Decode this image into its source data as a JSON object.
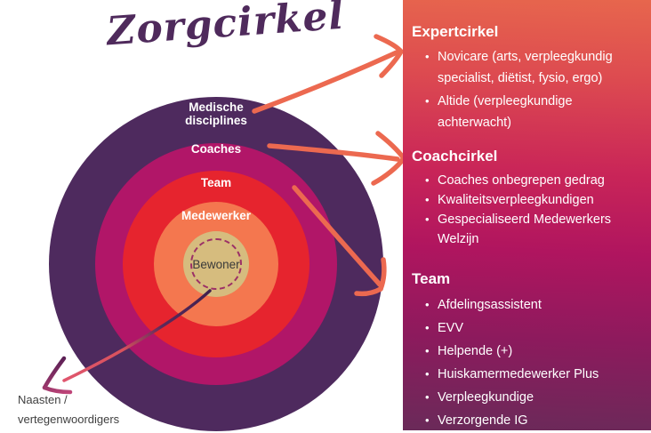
{
  "title": "Zorgcirkel",
  "rings": [
    {
      "label": "Medische disciplines",
      "color": "#4e2a5e"
    },
    {
      "label": "Coaches",
      "color": "#b11668"
    },
    {
      "label": "Team",
      "color": "#e6242e"
    },
    {
      "label": "Medewerker",
      "color": "#f4774f"
    },
    {
      "label": "Bewoner",
      "color": "#d6bc7e"
    }
  ],
  "naasten": {
    "line1": "Naasten /",
    "line2": "vertegenwoordigers"
  },
  "panel": {
    "sections": [
      {
        "heading": "Expertcirkel",
        "items": [
          "Novicare (arts, verpleegkundig specialist, diëtist, fysio, ergo)",
          "Altide (verpleegkundige achterwacht)"
        ]
      },
      {
        "heading": "Coachcirkel",
        "items": [
          "Coaches onbegrepen gedrag",
          "Kwaliteitsverpleegkundigen",
          "Gespecialiseerd Medewerkers Welzijn"
        ]
      },
      {
        "heading": "Team",
        "items": [
          "Afdelingsassistent",
          "EVV",
          "Helpende (+)",
          "Huiskamermedewerker Plus",
          "Verpleegkundige",
          "Verzorgende IG"
        ]
      }
    ]
  },
  "colors": {
    "arrow_orange": "#ec6950",
    "title_purple": "#4f2a5c",
    "panel_gradient_top": "#e7664d",
    "panel_gradient_mid": "#b0155f",
    "panel_gradient_bottom": "#6a2a59",
    "dashed_circle": "#9c3066",
    "text_dark": "#3f3f3f"
  }
}
